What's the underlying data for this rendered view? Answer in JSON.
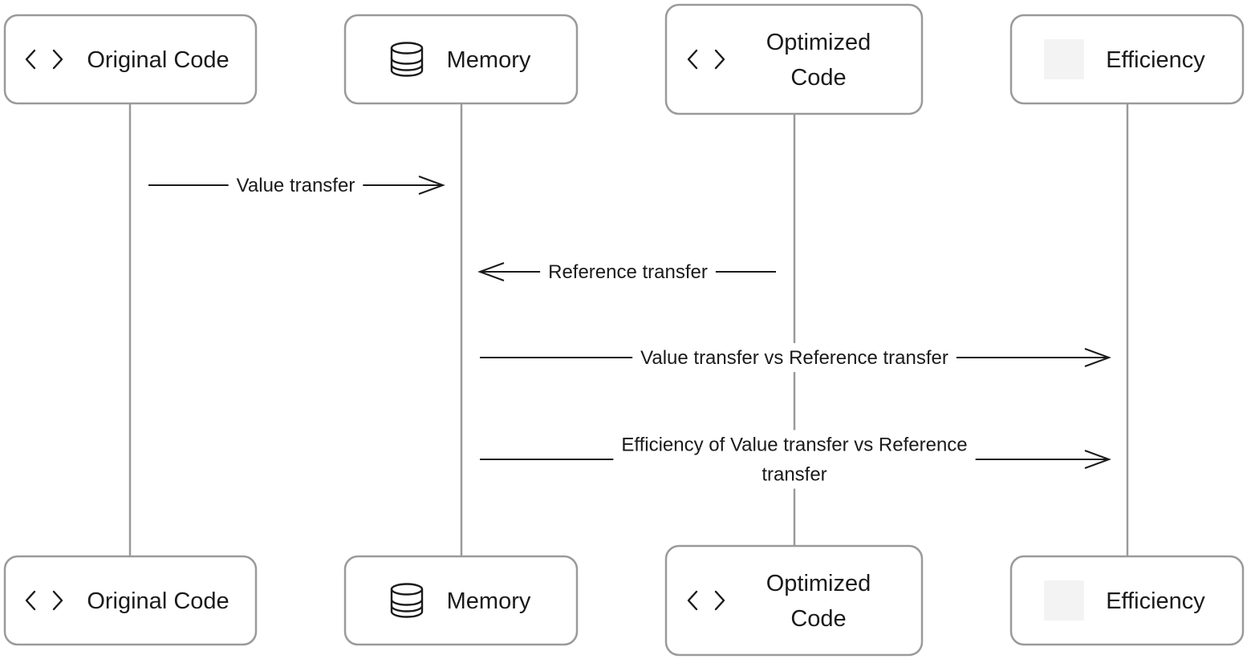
{
  "participants": [
    {
      "id": "original",
      "label_lines": [
        "Original Code"
      ],
      "icon": "code-icon"
    },
    {
      "id": "memory",
      "label_lines": [
        "Memory"
      ],
      "icon": "database-icon"
    },
    {
      "id": "optimized",
      "label_lines": [
        "Optimized",
        "Code"
      ],
      "icon": "code-icon"
    },
    {
      "id": "efficiency",
      "label_lines": [
        "Efficiency"
      ],
      "icon": "blank-icon"
    }
  ],
  "messages": [
    {
      "from": "original",
      "to": "memory",
      "label_lines": [
        "Value transfer"
      ]
    },
    {
      "from": "optimized",
      "to": "memory",
      "label_lines": [
        "Reference transfer"
      ]
    },
    {
      "from": "memory",
      "to": "efficiency",
      "label_lines": [
        "Value transfer vs Reference transfer"
      ]
    },
    {
      "from": "memory",
      "to": "efficiency",
      "label_lines": [
        "Efficiency of Value transfer vs Reference",
        "transfer"
      ]
    }
  ]
}
